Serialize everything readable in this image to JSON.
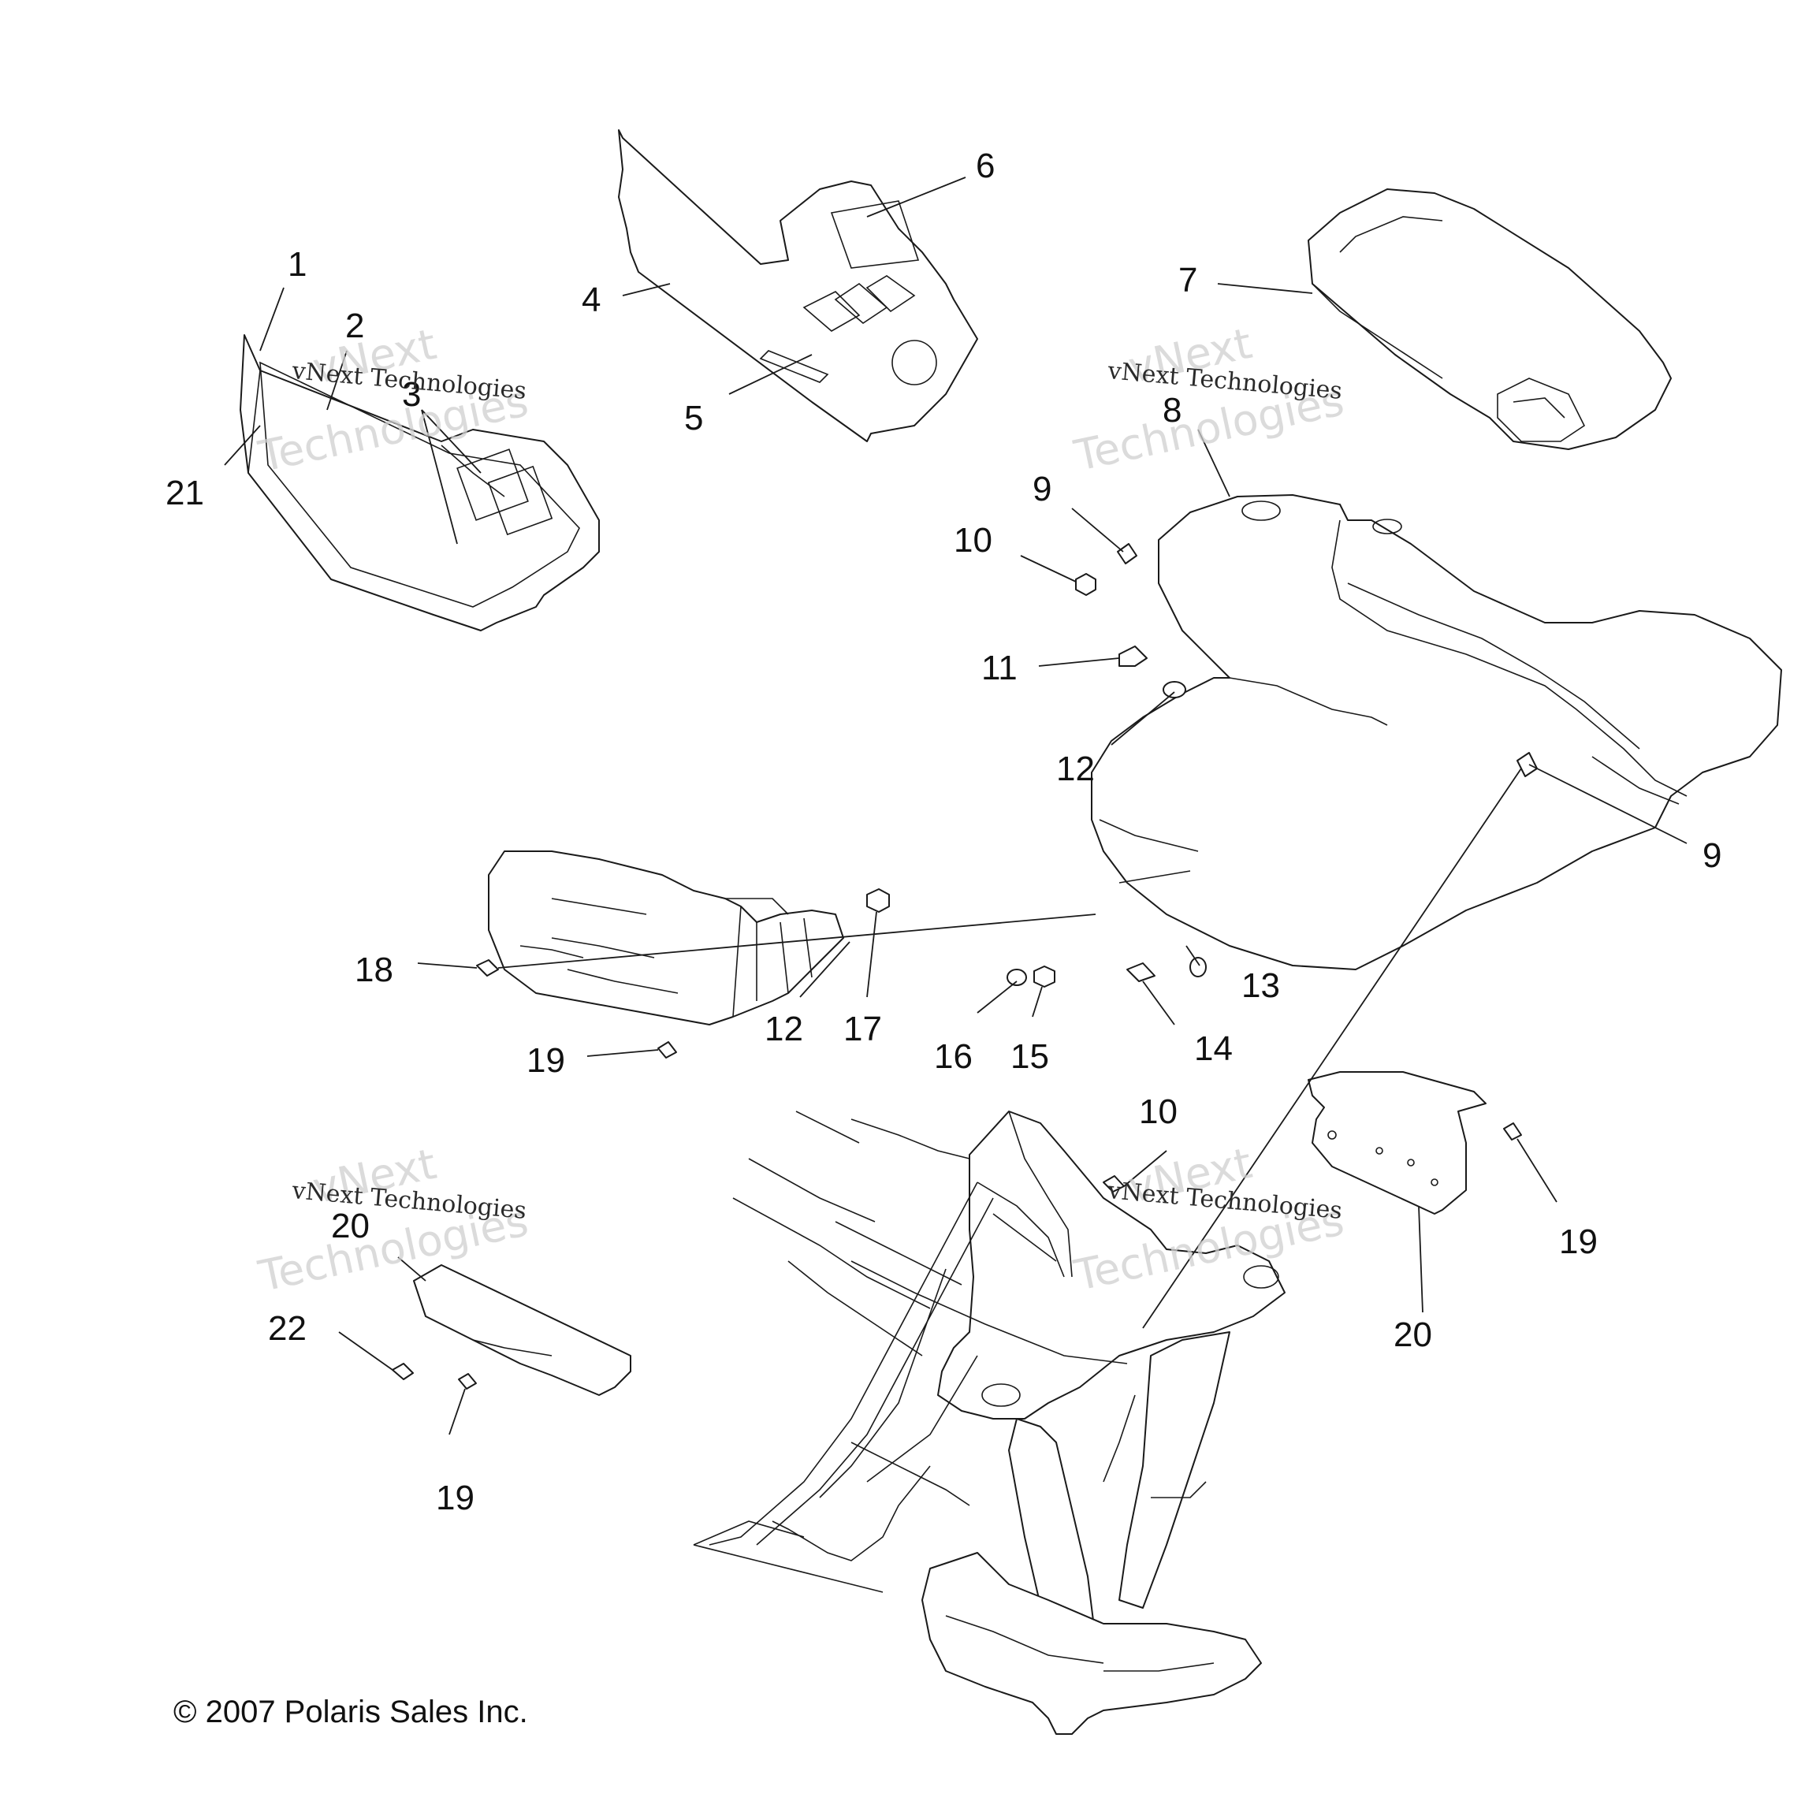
{
  "callouts": {
    "c1": "1",
    "c2": "2",
    "c3": "3",
    "c4": "4",
    "c5": "5",
    "c6": "6",
    "c7": "7",
    "c8": "8",
    "c9a": "9",
    "c9b": "9",
    "c10a": "10",
    "c10b": "10",
    "c11": "11",
    "c12a": "12",
    "c12b": "12",
    "c13": "13",
    "c14": "14",
    "c15": "15",
    "c16": "16",
    "c17": "17",
    "c18": "18",
    "c19a": "19",
    "c19b": "19",
    "c19c": "19",
    "c20a": "20",
    "c20b": "20",
    "c21": "21",
    "c22": "22"
  },
  "watermark": {
    "brand_top": "vNext",
    "brand_bottom": "Technologies",
    "line": "vNext Technologies"
  },
  "copyright": "© 2007 Polaris Sales Inc.",
  "colors": {
    "line": "#1a1a1a",
    "watermark": "#cfcfcf",
    "background": "#ffffff"
  }
}
